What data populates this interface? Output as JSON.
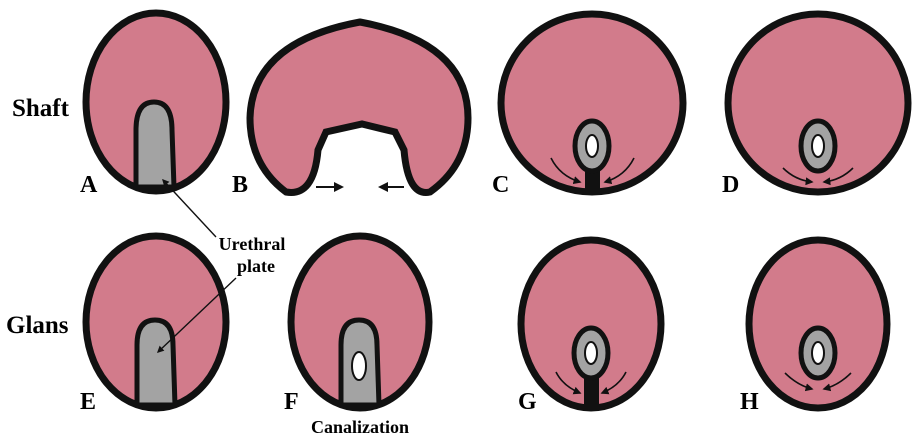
{
  "row_labels": {
    "top": "Shaft",
    "bottom": "Glans"
  },
  "panels": {
    "A": {
      "letter": "A"
    },
    "B": {
      "letter": "B"
    },
    "C": {
      "letter": "C"
    },
    "D": {
      "letter": "D"
    },
    "E": {
      "letter": "E"
    },
    "F": {
      "letter": "F"
    },
    "G": {
      "letter": "G"
    },
    "H": {
      "letter": "H"
    }
  },
  "annotations": {
    "urethral_plate_line1": "Urethral",
    "urethral_plate_line2": "plate",
    "canalization": "Canalization"
  },
  "colors": {
    "tissue": "#d27b8b",
    "outline": "#111111",
    "plate": "#a3a3a3",
    "lumen": "#ffffff",
    "background": "#ffffff"
  }
}
